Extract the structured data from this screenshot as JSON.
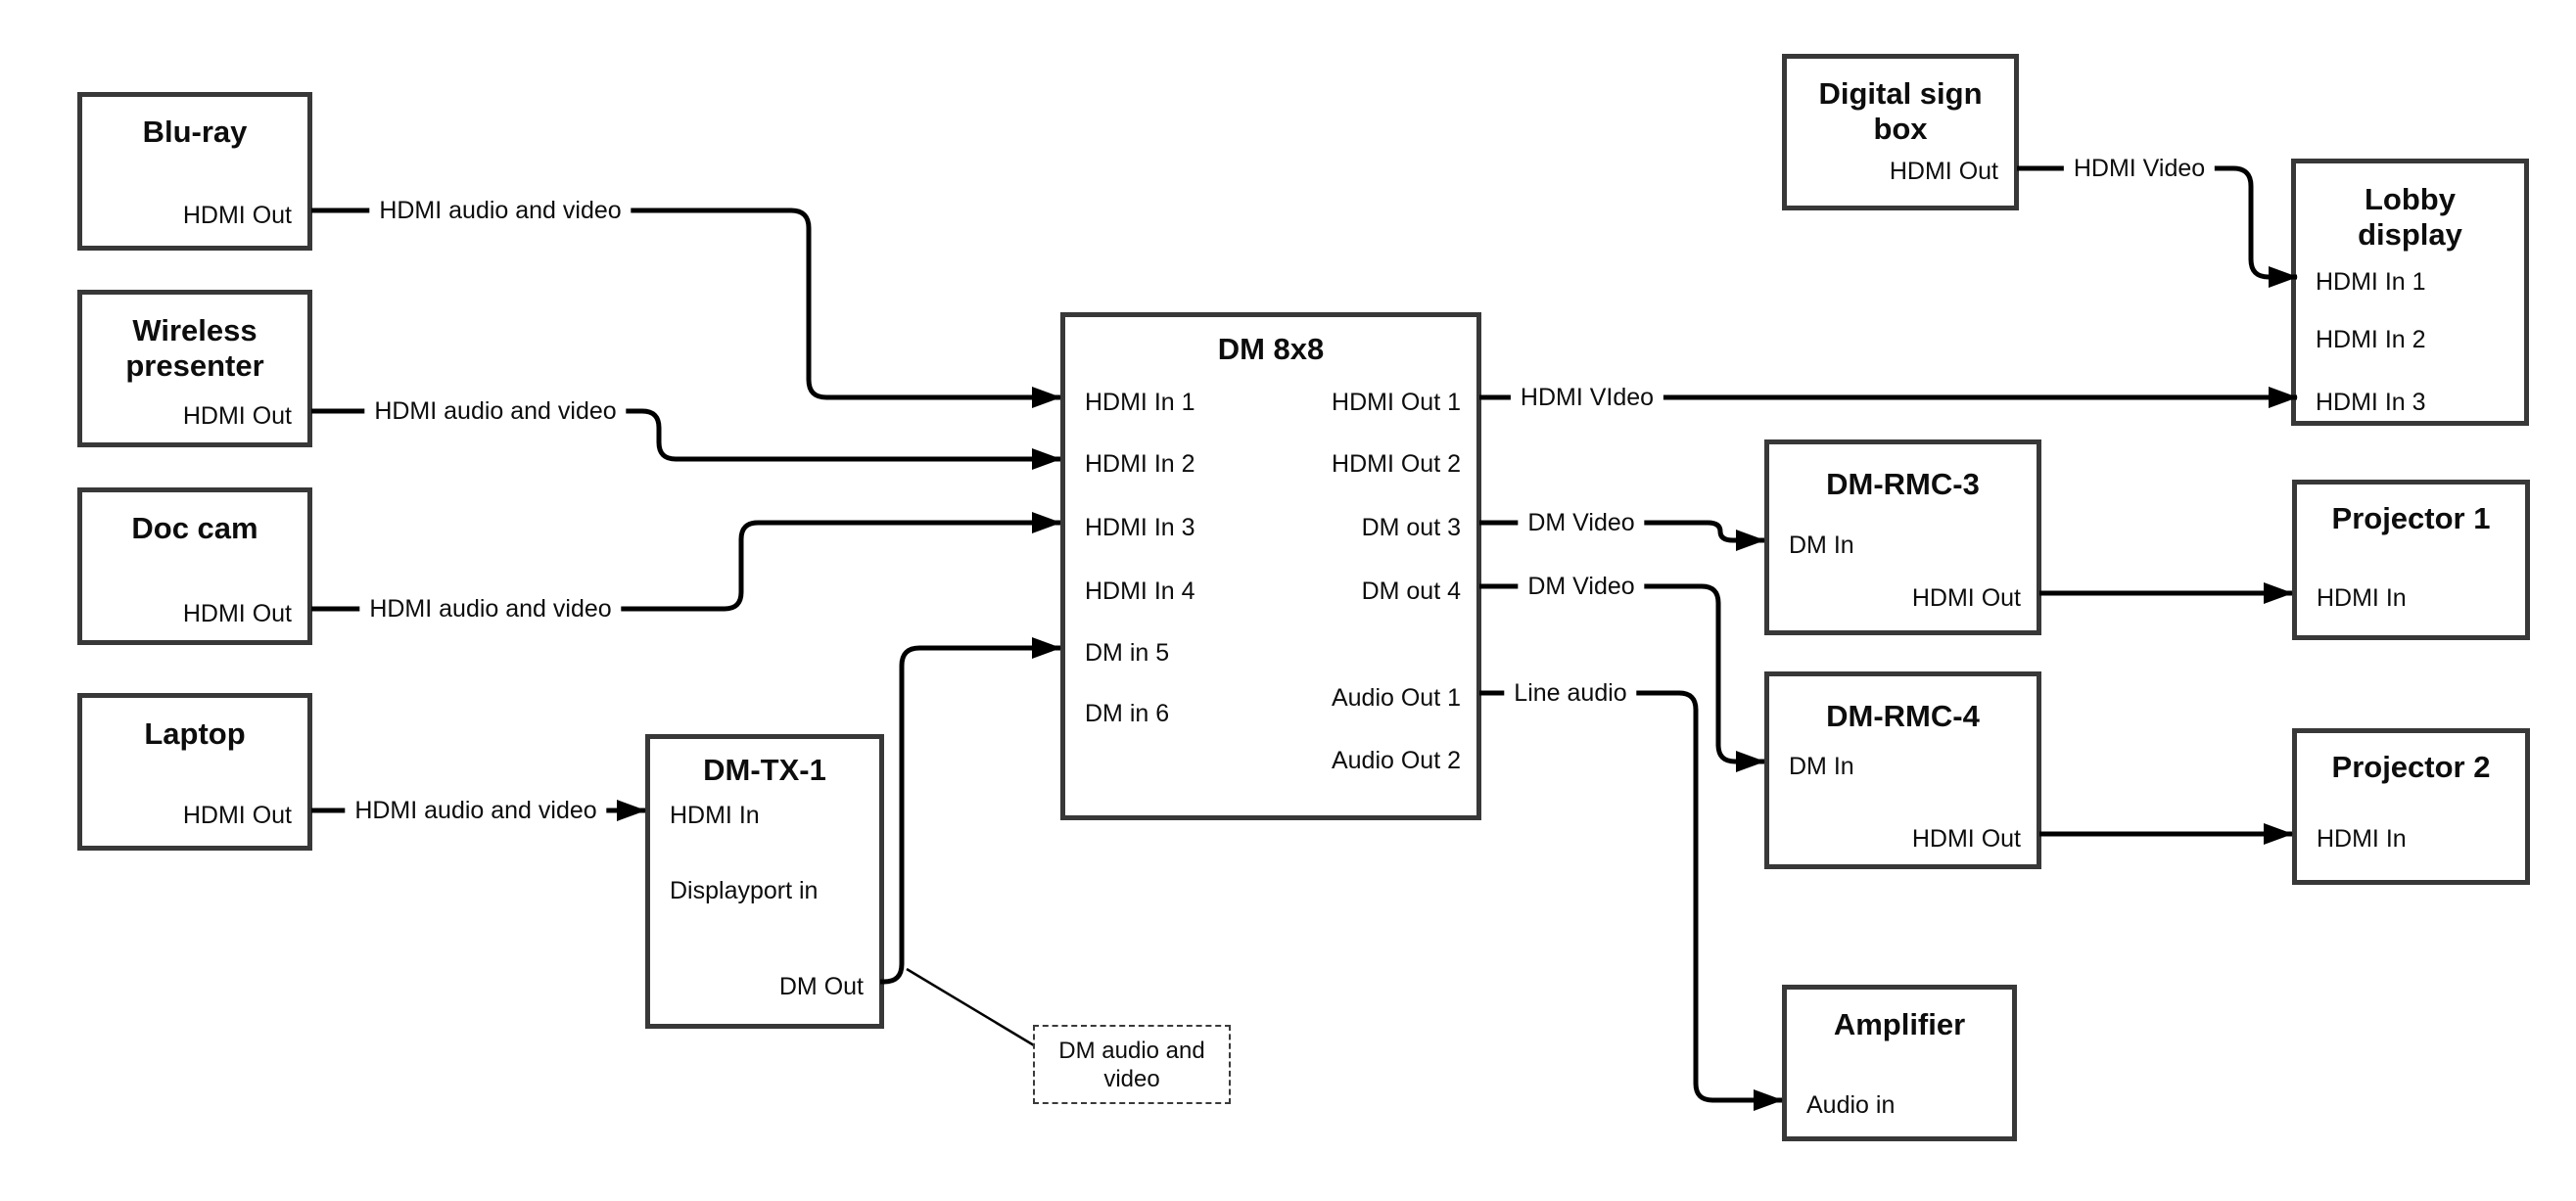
{
  "canvas": {
    "background_color": "#ffffff",
    "wire_color": "#000000",
    "box_border_color": "#383838",
    "text_color": "#0d0d0d"
  },
  "nodes": [
    {
      "id": "blu-ray",
      "title_lines": [
        "Blu-ray"
      ],
      "ports": [
        "HDMI Out"
      ]
    },
    {
      "id": "wireless-presenter",
      "title_lines": [
        "Wireless",
        "presenter"
      ],
      "ports": [
        "HDMI Out"
      ]
    },
    {
      "id": "doc-cam",
      "title_lines": [
        "Doc cam"
      ],
      "ports": [
        "HDMI Out"
      ]
    },
    {
      "id": "laptop",
      "title_lines": [
        "Laptop"
      ],
      "ports": [
        "HDMI Out"
      ]
    },
    {
      "id": "dm-tx-1",
      "title_lines": [
        "DM-TX-1"
      ],
      "ports": [
        "HDMI In",
        "Displayport in",
        "DM Out"
      ]
    },
    {
      "id": "dm-8x8",
      "title_lines": [
        "DM 8x8"
      ],
      "ports_left": [
        "HDMI In 1",
        "HDMI In 2",
        "HDMI In 3",
        "HDMI In 4",
        "DM in 5",
        "DM in 6"
      ],
      "ports_right": [
        "HDMI Out 1",
        "HDMI Out 2",
        "DM out 3",
        "DM out 4",
        "Audio Out 1",
        "Audio Out 2"
      ]
    },
    {
      "id": "digital-sign-box",
      "title_lines": [
        "Digital sign",
        "box"
      ],
      "ports": [
        "HDMI Out"
      ]
    },
    {
      "id": "lobby-display",
      "title_lines": [
        "Lobby",
        "display"
      ],
      "ports": [
        "HDMI In 1",
        "HDMI In 2",
        "HDMI In 3"
      ]
    },
    {
      "id": "dm-rmc-3",
      "title_lines": [
        "DM-RMC-3"
      ],
      "ports": [
        "DM In",
        "HDMI Out"
      ]
    },
    {
      "id": "projector-1",
      "title_lines": [
        "Projector 1"
      ],
      "ports": [
        "HDMI In"
      ]
    },
    {
      "id": "dm-rmc-4",
      "title_lines": [
        "DM-RMC-4"
      ],
      "ports": [
        "DM In",
        "HDMI Out"
      ]
    },
    {
      "id": "projector-2",
      "title_lines": [
        "Projector 2"
      ],
      "ports": [
        "HDMI In"
      ]
    },
    {
      "id": "amplifier",
      "title_lines": [
        "Amplifier"
      ],
      "ports": [
        "Audio in"
      ]
    }
  ],
  "wire_labels": [
    {
      "text": "HDMI audio and video",
      "from": "Blu-ray HDMI Out",
      "to": "DM 8x8 HDMI In 1"
    },
    {
      "text": "HDMI audio and video",
      "from": "Wireless presenter HDMI Out",
      "to": "DM 8x8 HDMI In 2"
    },
    {
      "text": "HDMI audio and video",
      "from": "Doc cam HDMI Out",
      "to": "DM 8x8 HDMI In 3"
    },
    {
      "text": "HDMI audio and video",
      "from": "Laptop HDMI Out",
      "to": "DM-TX-1 HDMI In"
    },
    {
      "text": "HDMI Video",
      "from": "Digital sign box HDMI Out",
      "to": "Lobby display HDMI In 1"
    },
    {
      "text": "HDMI VIdeo",
      "from": "DM 8x8 HDMI Out 1",
      "to": "Lobby display HDMI In 3"
    },
    {
      "text": "DM Video",
      "from": "DM 8x8 DM out 3",
      "to": "DM-RMC-3 DM In"
    },
    {
      "text": "DM Video",
      "from": "DM 8x8 DM out 4",
      "to": "DM-RMC-4 DM In"
    },
    {
      "text": "Line audio",
      "from": "DM 8x8 Audio Out 1",
      "to": "Amplifier Audio in"
    }
  ],
  "unlabeled_wires": [
    {
      "from": "DM-TX-1 DM Out",
      "to": "DM 8x8 DM in 5"
    },
    {
      "from": "DM-RMC-3 HDMI Out",
      "to": "Projector 1 HDMI In"
    },
    {
      "from": "DM-RMC-4 HDMI Out",
      "to": "Projector 2 HDMI In"
    }
  ],
  "annotation": {
    "lines": [
      "DM audio and",
      "video"
    ],
    "attached_to": "DM-TX-1 DM Out wire"
  }
}
